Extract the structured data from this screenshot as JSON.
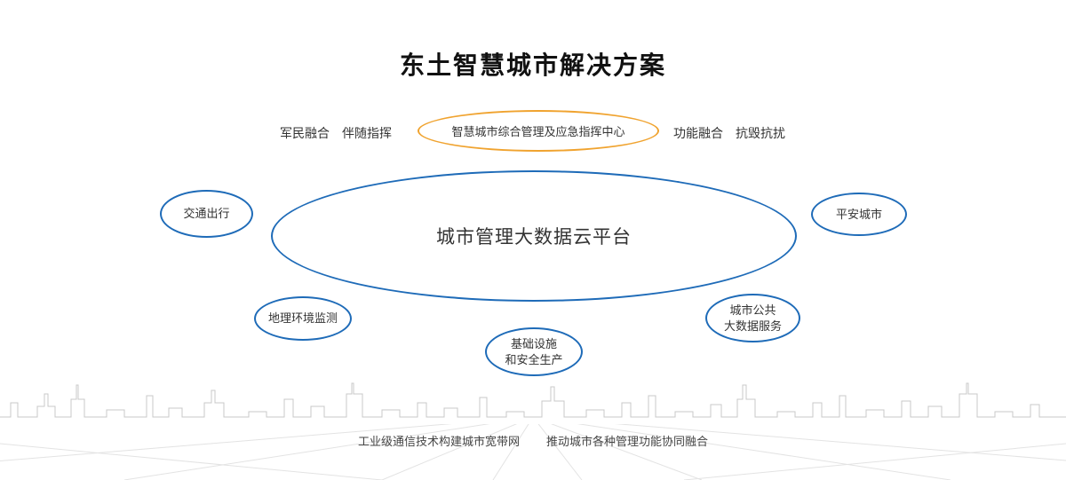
{
  "title": "东土智慧城市解决方案",
  "top_band": {
    "left_label_1": "军民融合",
    "left_label_2": "伴随指挥",
    "center_label": "智慧城市综合管理及应急指挥中心",
    "right_label_1": "功能融合",
    "right_label_2": "抗毁抗扰"
  },
  "platform": {
    "label": "城市管理大数据云平台"
  },
  "nodes": {
    "traffic": "交通出行",
    "safe_city": "平安城市",
    "geo_env": "地理环境监测",
    "infra_line1": "基础设施",
    "infra_line2": "和安全生产",
    "public_data_line1": "城市公共",
    "public_data_line2": "大数据服务"
  },
  "footer": {
    "phrase_1": "工业级通信技术构建城市宽带网",
    "phrase_2": "推动城市各种管理功能协同融合"
  },
  "colors": {
    "primary_blue": "#1e6bb8",
    "accent_orange": "#f0a32f",
    "text_dark": "#333333",
    "skyline_gray": "#c8c8c8"
  }
}
